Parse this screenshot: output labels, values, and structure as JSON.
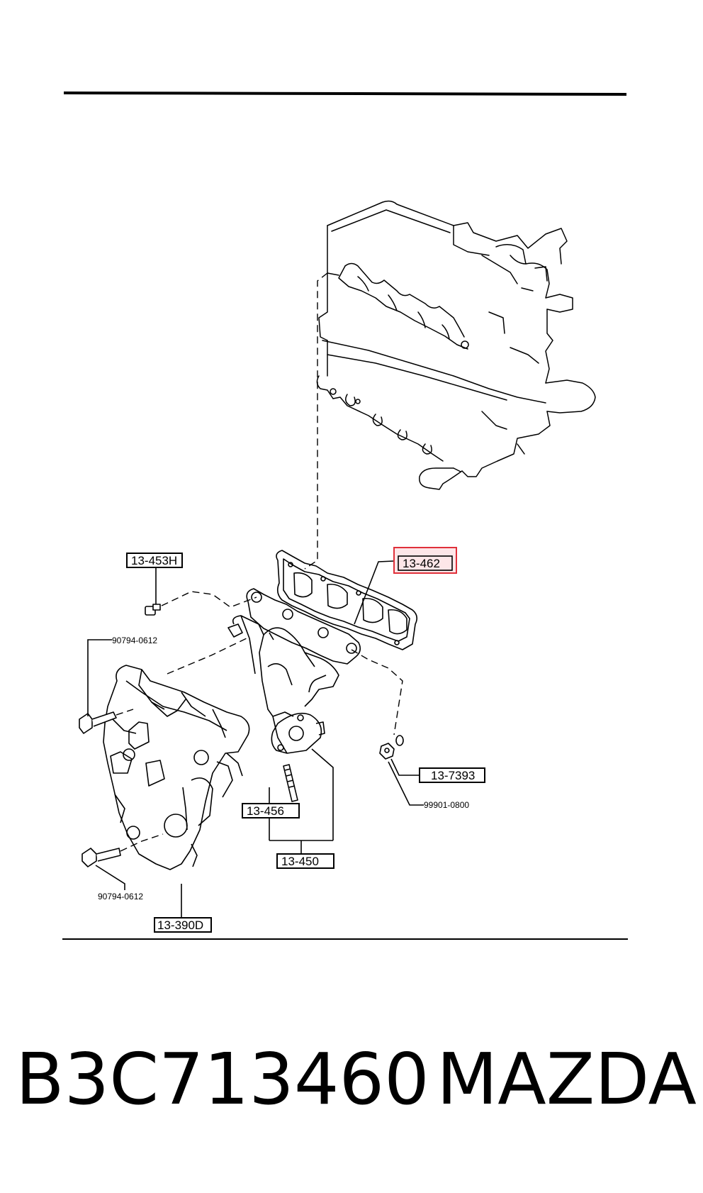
{
  "labels": {
    "l_453h": "13-453H",
    "l_462": "13-462",
    "l_90794_top": "90794-0612",
    "l_7393": "13-7393",
    "l_99901": "99901-0800",
    "l_456": "13-456",
    "l_450": "13-450",
    "l_90794_bottom": "90794-0612",
    "l_390d": "13-390D"
  },
  "highlight": {
    "label_ref": "13-462",
    "color": "#e0303a"
  },
  "footer": {
    "part_number": "B3C713460",
    "brand": "MAZDA"
  }
}
